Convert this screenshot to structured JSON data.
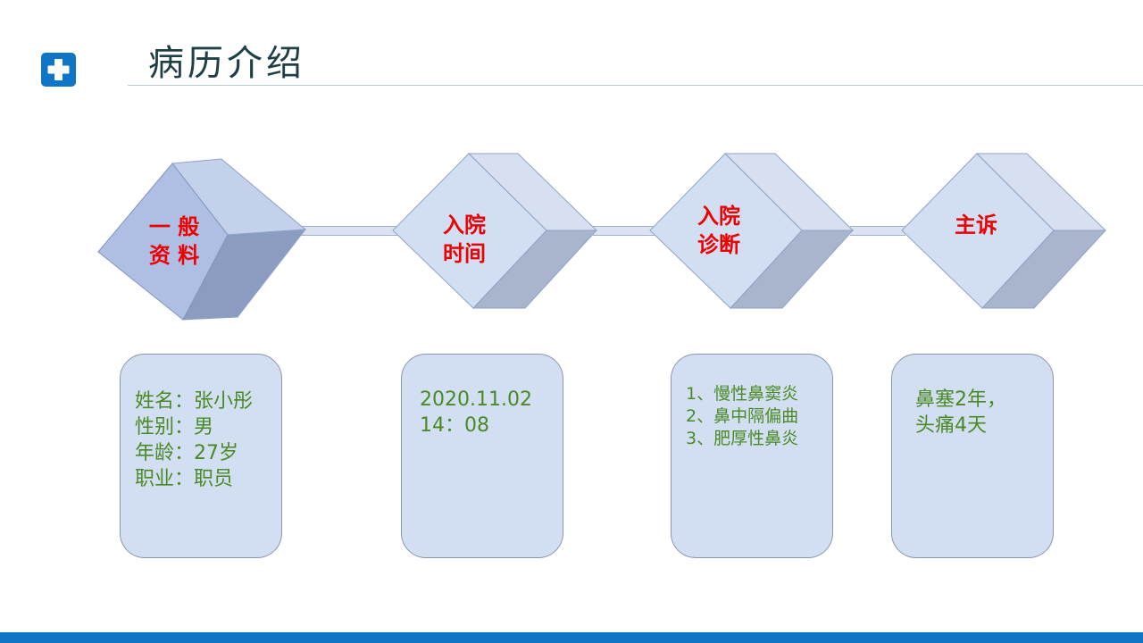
{
  "header": {
    "title": "病历介绍",
    "icon": "medical-cross-icon",
    "accent_color": "#1175c6"
  },
  "steps": [
    {
      "name": "一 般\n资 料",
      "details": "姓名：张小彤\n性别：男\n年龄：27岁\n职业：职员"
    },
    {
      "name": "入院\n时间",
      "details": "2020.11.02\n14：08"
    },
    {
      "name": "入院\n诊断",
      "details": "1、慢性鼻窦炎\n2、鼻中隔偏曲\n3、肥厚性鼻炎"
    },
    {
      "name": "主诉",
      "details": "鼻塞2年，\n头痛4天"
    }
  ],
  "colors": {
    "label_red": "#ee0000",
    "detail_green": "#4a8a24",
    "card_fill": "#d2dff2"
  }
}
